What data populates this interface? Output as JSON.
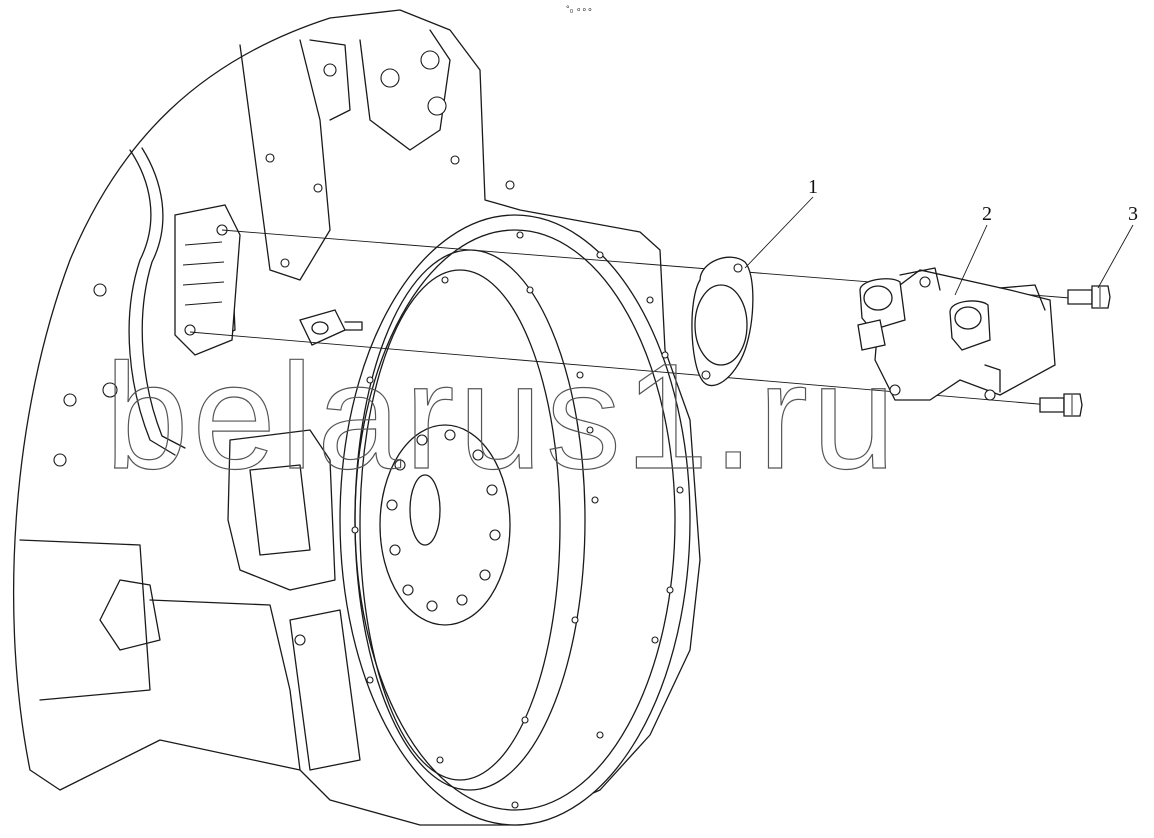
{
  "diagram": {
    "top_mark": "°₀ ∘∘∘",
    "watermark": "belarus1.ru",
    "callouts": [
      {
        "id": "callout-1",
        "label": "1"
      },
      {
        "id": "callout-2",
        "label": "2"
      },
      {
        "id": "callout-3",
        "label": "3"
      }
    ]
  }
}
